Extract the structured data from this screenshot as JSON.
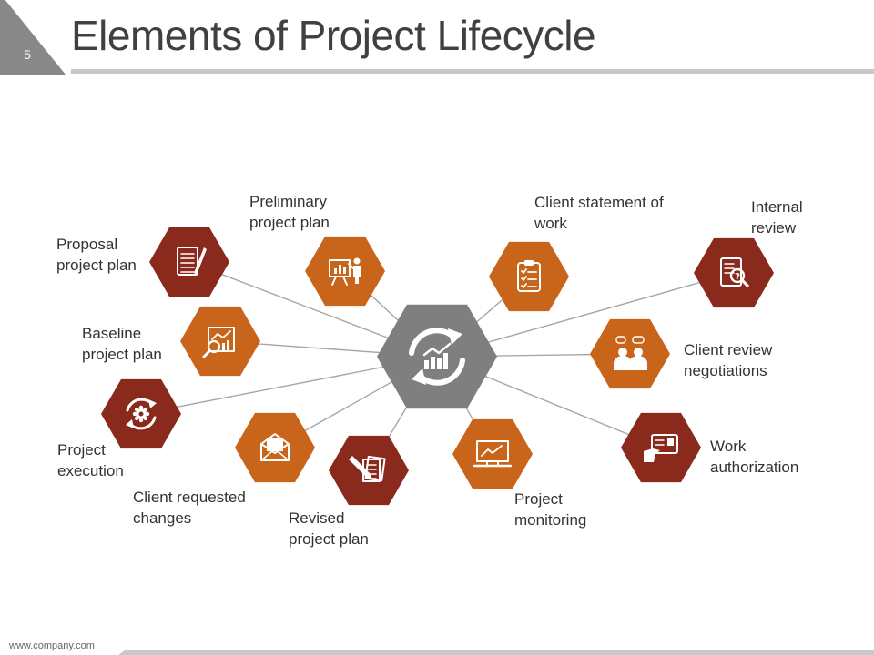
{
  "slide": {
    "number": "5",
    "title": "Elements of Project Lifecycle"
  },
  "footer": {
    "url": "www.company.com"
  },
  "colors": {
    "dark": "#8a2a1c",
    "orange": "#c9651a",
    "center": "#7f7f7f",
    "line": "#a6a6a6",
    "icon": "#ffffff"
  },
  "diagram": {
    "center": {
      "icon": "cycle-chart-icon"
    },
    "nodes": [
      {
        "id": "proposal",
        "label": "Proposal\nproject plan",
        "icon": "notepad-pen-icon",
        "tone": "dark"
      },
      {
        "id": "preliminary",
        "label": "Preliminary\nproject plan",
        "icon": "presentation-icon",
        "tone": "orange"
      },
      {
        "id": "client-statement",
        "label": "Client statement of\nwork",
        "icon": "clipboard-checklist-icon",
        "tone": "orange"
      },
      {
        "id": "internal-review",
        "label": "Internal\nreview",
        "icon": "document-search-icon",
        "tone": "dark"
      },
      {
        "id": "baseline",
        "label": "Baseline\nproject plan",
        "icon": "chart-magnifier-icon",
        "tone": "orange"
      },
      {
        "id": "client-review",
        "label": "Client review\nnegotiations",
        "icon": "people-talk-icon",
        "tone": "orange"
      },
      {
        "id": "execution",
        "label": "Project\nexecution",
        "icon": "gear-cycle-icon",
        "tone": "dark"
      },
      {
        "id": "work-authorization",
        "label": "Work\nauthorization",
        "icon": "hand-card-icon",
        "tone": "dark"
      },
      {
        "id": "client-changes",
        "label": "Client requested\nchanges",
        "icon": "envelope-icon",
        "tone": "orange"
      },
      {
        "id": "revised",
        "label": "Revised\nproject plan",
        "icon": "pen-documents-icon",
        "tone": "dark"
      },
      {
        "id": "monitoring",
        "label": "Project\nmonitoring",
        "icon": "monitor-chart-icon",
        "tone": "orange"
      }
    ]
  }
}
